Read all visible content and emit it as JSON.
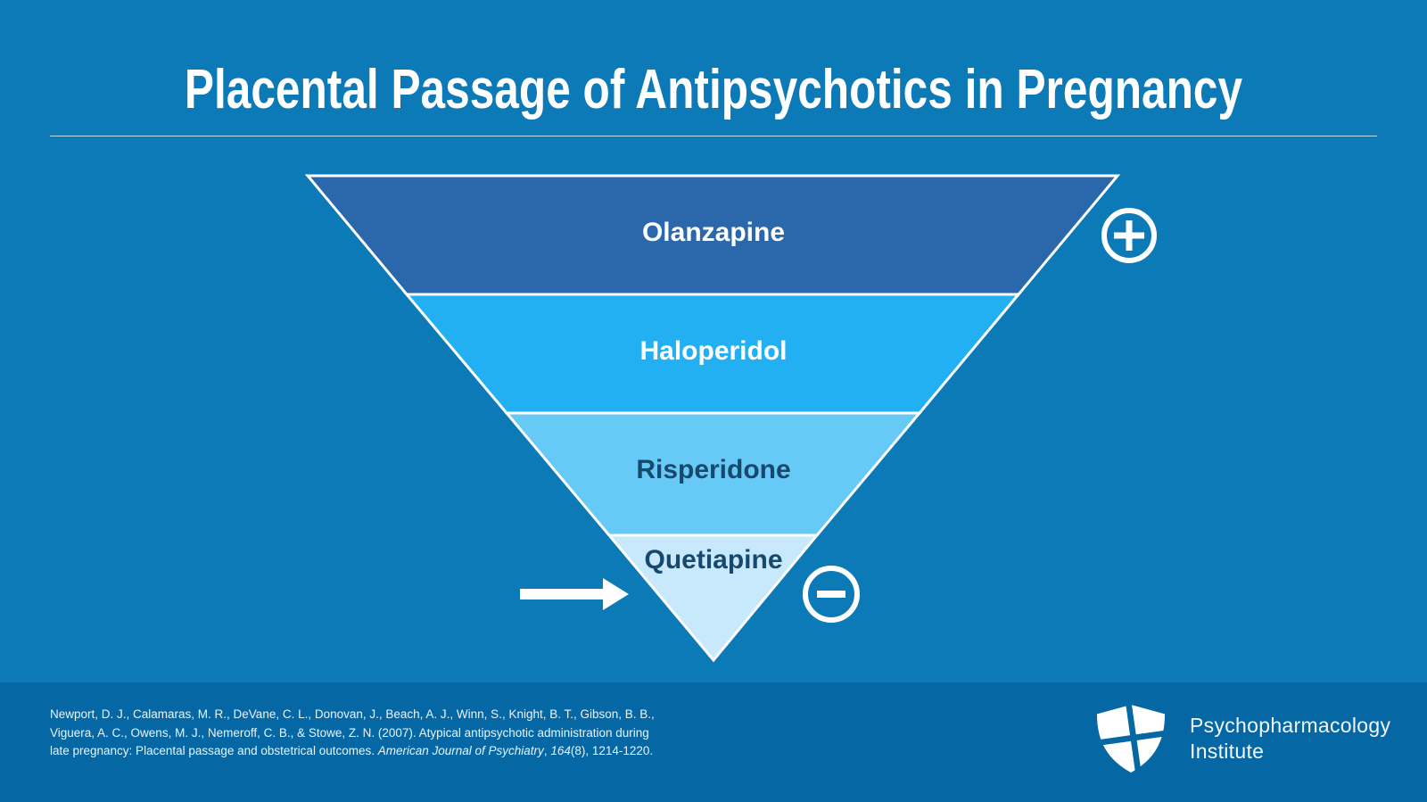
{
  "slide": {
    "title": "Placental Passage of Antipsychotics in Pregnancy"
  },
  "colors": {
    "background": "#0d7ab8",
    "footer_background": "#0567a4",
    "divider": "#ffffff",
    "funnel_outline": "#ffffff",
    "light_label": "#ffffff",
    "dark_label": "#17496f"
  },
  "chart_data": {
    "type": "funnel",
    "orientation": "inverted-pyramid, widest layer = highest placental passage",
    "layers": [
      {
        "rank": 1,
        "label": "Olanzapine",
        "fill": "#2a68ab",
        "label_color": "#ffffff"
      },
      {
        "rank": 2,
        "label": "Haloperidol",
        "fill": "#22b0f3",
        "label_color": "#ffffff"
      },
      {
        "rank": 3,
        "label": "Risperidone",
        "fill": "#66c9f6",
        "label_color": "#17496f"
      },
      {
        "rank": 4,
        "label": "Quetiapine",
        "fill": "#c8e8fb",
        "label_color": "#17496f"
      }
    ],
    "icons": {
      "top": {
        "name": "plus-icon",
        "glyph": "+",
        "position": "right of widest layer"
      },
      "bottom": {
        "name": "minus-icon",
        "glyph": "−",
        "position": "right of narrowest layer"
      },
      "pointer": {
        "name": "arrow-right-icon",
        "glyph": "→",
        "points_to": "Quetiapine"
      }
    }
  },
  "citation": {
    "line1": "Newport, D. J., Calamaras, M. R., DeVane, C. L., Donovan, J., Beach, A. J., Winn, S., Knight, B. T., Gibson, B. B.,",
    "line2": "Viguera, A. C., Owens, M. J., Nemeroff, C. B., & Stowe, Z. N. (2007). Atypical antipsychotic administration during",
    "line3_plain": "late pregnancy: Placental passage and obstetrical outcomes. ",
    "line3_journal": "American Journal of Psychiatry",
    "line3_comma": ", ",
    "line3_volume": "164",
    "line3_end": "(8), 1214-1220."
  },
  "brand": {
    "name_line1": "Psychopharmacology",
    "name_line2": "Institute"
  }
}
